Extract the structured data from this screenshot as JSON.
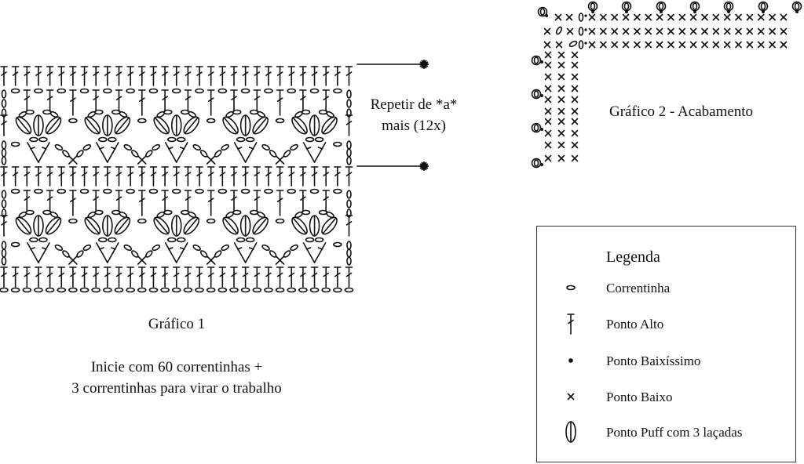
{
  "chart1": {
    "title": "Gráfico 1",
    "instructions": [
      "Inicie com 60 correntinhas +",
      "3 correntinhas para virar o trabalho"
    ],
    "repeat_note": [
      "Repetir de *a*",
      "mais (12x)"
    ],
    "repeat_marker_icon": "asterisk-icon"
  },
  "chart2": {
    "title": "Gráfico 2 - Acabamento"
  },
  "legend": {
    "title": "Legenda",
    "items": [
      {
        "icon": "chain-icon",
        "label": "Correntinha"
      },
      {
        "icon": "double-crochet-icon",
        "label": "Ponto Alto"
      },
      {
        "icon": "slip-stitch-icon",
        "label": "Ponto Baixíssimo"
      },
      {
        "icon": "single-crochet-icon",
        "label": "Ponto Baixo"
      },
      {
        "icon": "puff-stitch-icon",
        "label": "Ponto Puff com 3 laçadas"
      }
    ]
  }
}
